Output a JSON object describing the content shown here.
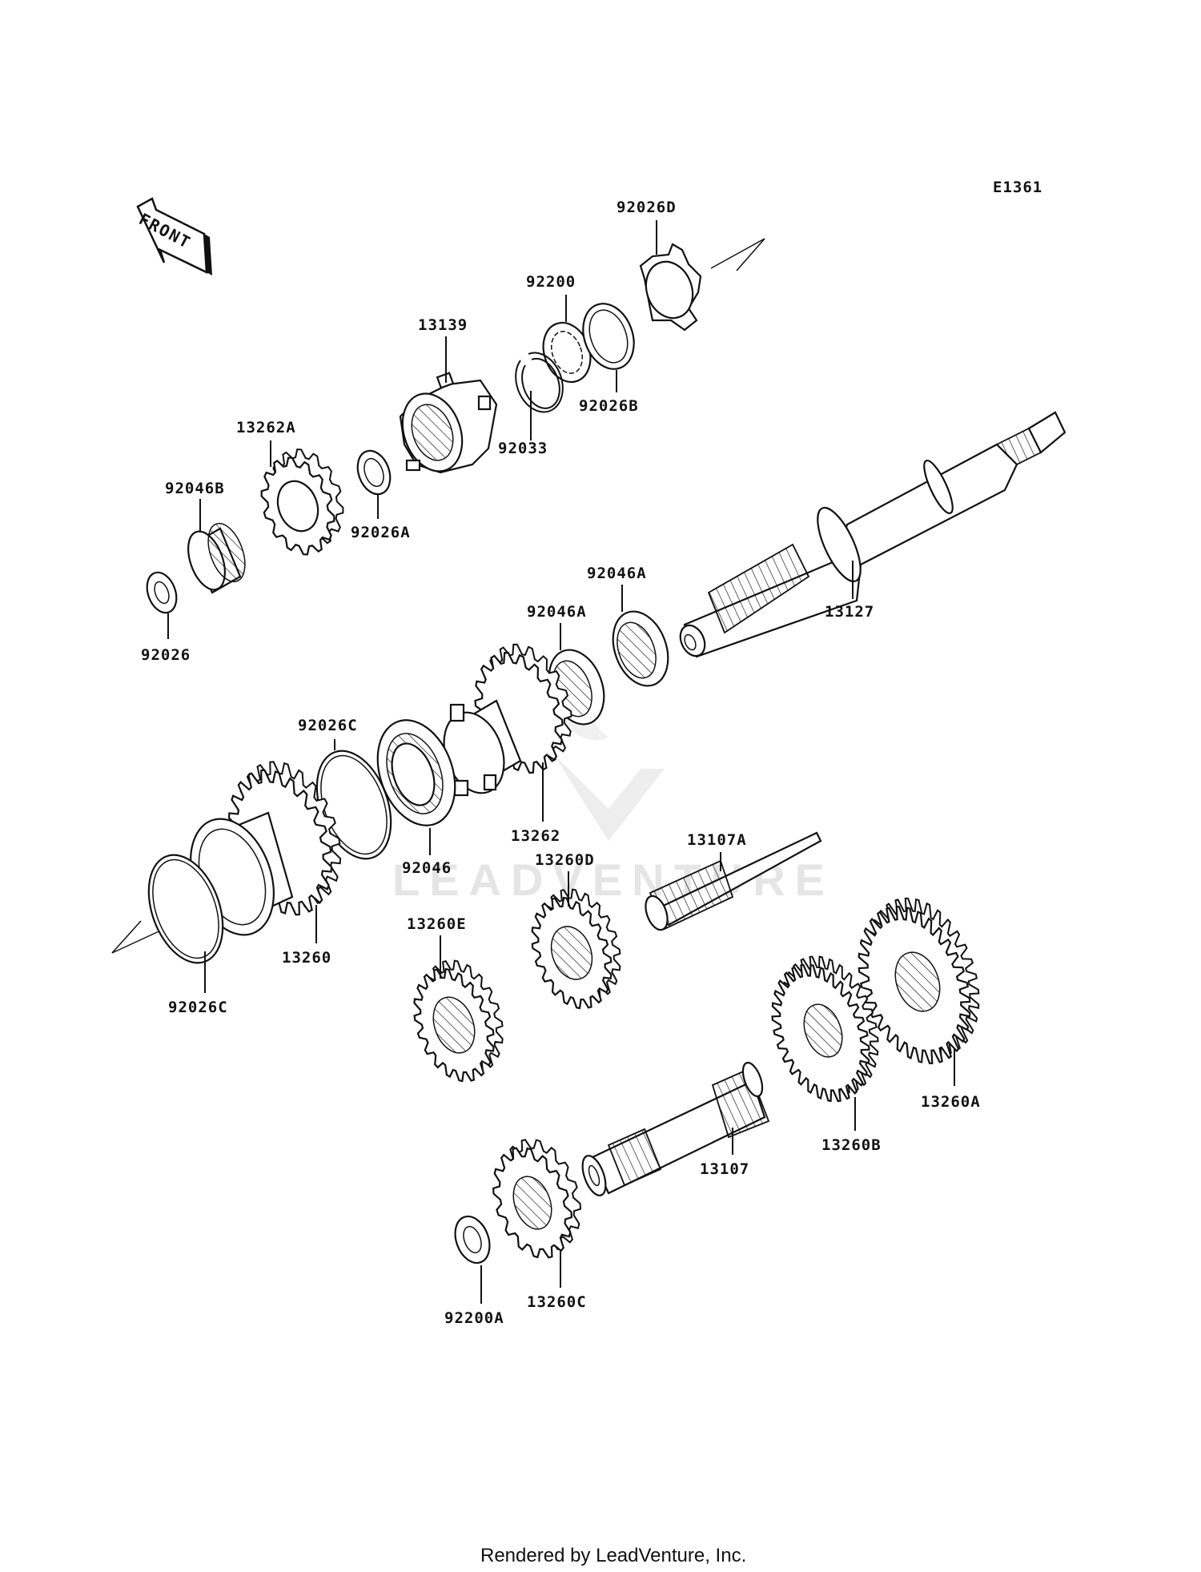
{
  "diagram": {
    "code": "E1361",
    "front_label": "FRONT",
    "footer": "Rendered by LeadVenture, Inc.",
    "watermark": "LEADVENTURE",
    "parts": [
      {
        "label": "92026D"
      },
      {
        "label": "92200"
      },
      {
        "label": "13139"
      },
      {
        "label": "92026B"
      },
      {
        "label": "92033"
      },
      {
        "label": "13262A"
      },
      {
        "label": "92026A"
      },
      {
        "label": "92046B"
      },
      {
        "label": "92026"
      },
      {
        "label": "13127"
      },
      {
        "label": "92046A"
      },
      {
        "label": "92046A"
      },
      {
        "label": "92026C"
      },
      {
        "label": "13262"
      },
      {
        "label": "92046"
      },
      {
        "label": "13107A"
      },
      {
        "label": "13260D"
      },
      {
        "label": "13260"
      },
      {
        "label": "13260E"
      },
      {
        "label": "92026C"
      },
      {
        "label": "13260A"
      },
      {
        "label": "13260B"
      },
      {
        "label": "13107"
      },
      {
        "label": "13260C"
      },
      {
        "label": "92200A"
      }
    ]
  }
}
